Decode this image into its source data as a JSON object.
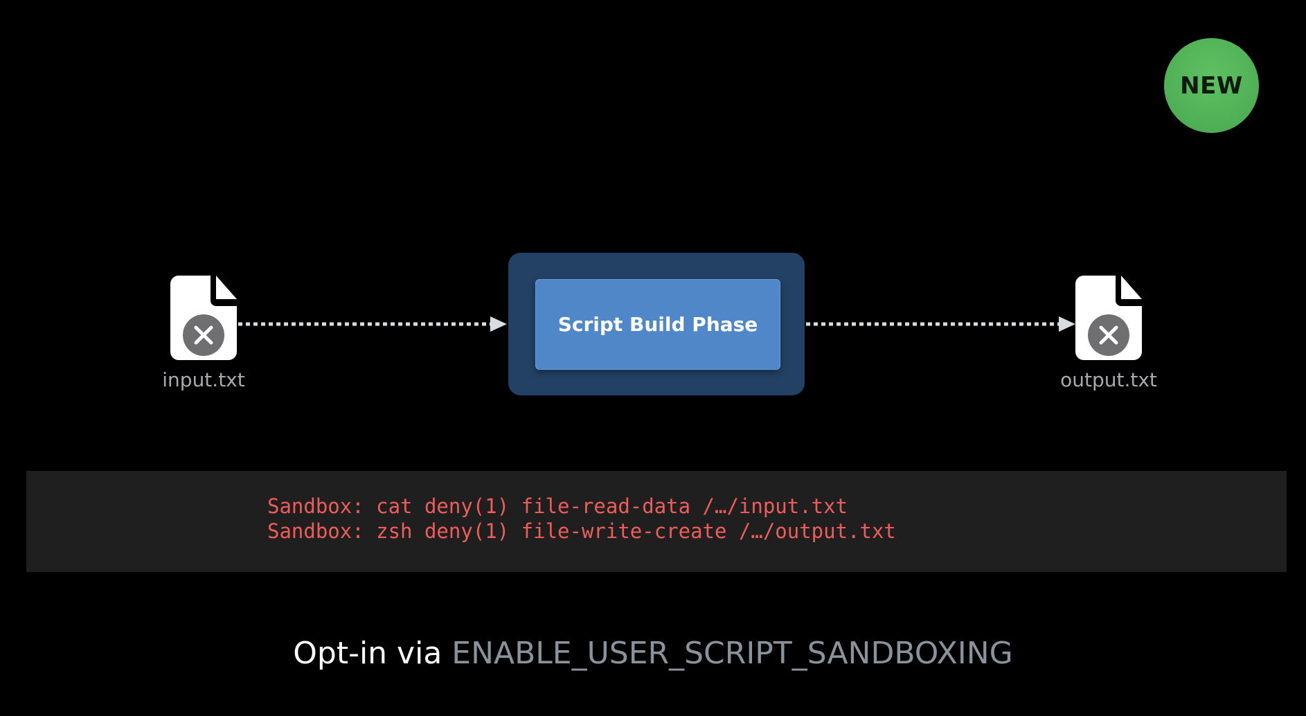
{
  "badge": {
    "label": "NEW"
  },
  "diagram": {
    "input_file": {
      "label": "input.txt",
      "icon": "file-denied-icon"
    },
    "phase": {
      "label": "Script Build Phase"
    },
    "output_file": {
      "label": "output.txt",
      "icon": "file-denied-icon"
    },
    "arrows": [
      "dotted-arrow-right",
      "dotted-arrow-right"
    ]
  },
  "console": {
    "lines": [
      "Sandbox: cat deny(1) file-read-data /…/input.txt",
      "Sandbox: zsh deny(1) file-write-create /…/output.txt"
    ]
  },
  "caption": {
    "lead": "Opt-in via ",
    "setting": "ENABLE_USER_SCRIPT_SANDBOXING"
  },
  "colors": {
    "background": "#000000",
    "badge": "#4cae51",
    "phase_outer": "#234164",
    "phase_inner": "#4f87c8",
    "console_bg": "#1f1f20",
    "error_text": "#ef5d5a",
    "setting_text": "#8a939c"
  }
}
